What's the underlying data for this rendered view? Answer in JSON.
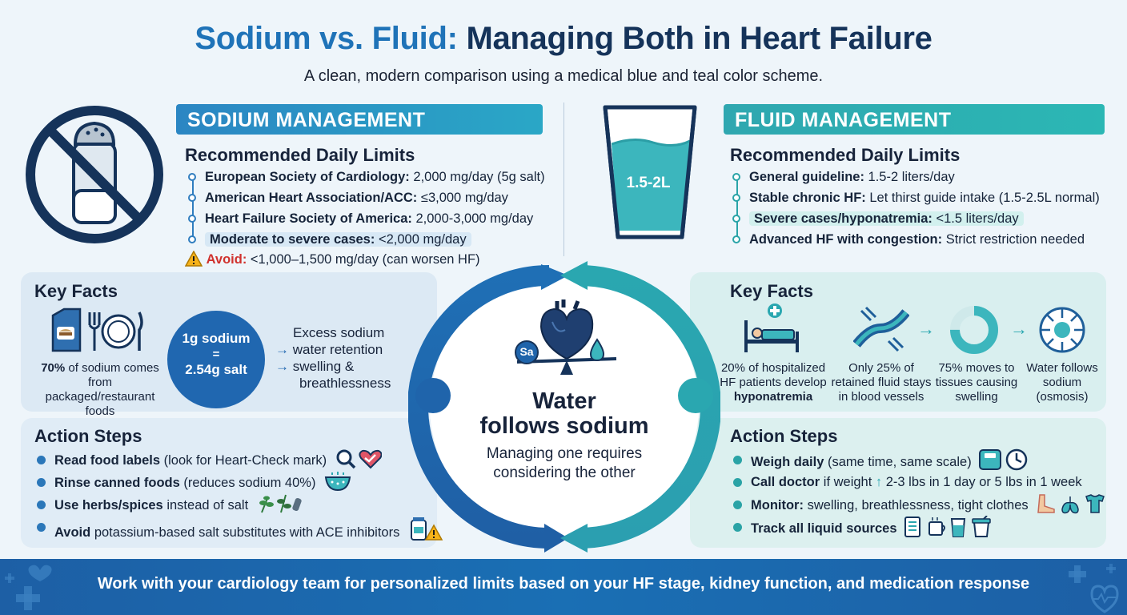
{
  "title": {
    "part1": "Sodium vs. Fluid:",
    "part2": "Managing Both in Heart Failure"
  },
  "subtitle": "A clean, modern comparison using a medical blue and teal color scheme.",
  "sodium": {
    "banner": "SODIUM MANAGEMENT",
    "limits_heading": "Recommended Daily Limits",
    "limits": [
      {
        "label": "European Society of Cardiology:",
        "value": "2,000 mg/day (5g salt)"
      },
      {
        "label": "American Heart Association/ACC:",
        "value": "≤3,000 mg/day"
      },
      {
        "label": "Heart Failure Society of America:",
        "value": "2,000-3,000 mg/day"
      },
      {
        "label": "Moderate to severe cases:",
        "value": "<2,000 mg/day"
      }
    ],
    "avoid_label": "Avoid:",
    "avoid_value": "<1,000–1,500 mg/day (can worsen HF)",
    "key_facts_heading": "Key Facts",
    "fact_packaged": {
      "pct": "70%",
      "text": "of sodium comes from packaged/restaurant foods"
    },
    "conversion": {
      "line1": "1g sodium",
      "line2": "=",
      "line3": "2.54g salt"
    },
    "excess": {
      "line1": "Excess sodium",
      "line2": "water retention",
      "line3": "swelling &",
      "line4": "breathlessness"
    },
    "action_heading": "Action Steps",
    "actions": [
      {
        "bold": "Read food labels",
        "rest": "(look for Heart-Check mark)"
      },
      {
        "bold": "Rinse canned foods",
        "rest": "(reduces sodium 40%)"
      },
      {
        "bold": "Use herbs/spices",
        "rest": "instead of salt"
      },
      {
        "bold": "Avoid",
        "rest": "potassium-based salt substitutes with ACE inhibitors"
      }
    ]
  },
  "fluid": {
    "banner": "FLUID MANAGEMENT",
    "glass_label": "1.5-2L",
    "limits_heading": "Recommended Daily Limits",
    "limits": [
      {
        "label": "General guideline:",
        "value": "1.5-2 liters/day"
      },
      {
        "label": "Stable chronic HF:",
        "value": "Let thirst guide intake (1.5-2.5L normal)"
      },
      {
        "label": "Severe cases/hyponatremia:",
        "value": "<1.5 liters/day"
      },
      {
        "label": "Advanced HF with congestion:",
        "value": "Strict restriction needed"
      }
    ],
    "key_facts_heading": "Key Facts",
    "facts": [
      {
        "l1": "20% of hospitalized",
        "l2": "HF patients develop",
        "l3": "hyponatremia"
      },
      {
        "l1": "Only 25% of",
        "l2": "retained fluid stays",
        "l3": "in blood vessels"
      },
      {
        "l1": "75% moves to",
        "l2": "tissues causing",
        "l3": "swelling"
      },
      {
        "l1": "Water follows",
        "l2": "sodium",
        "l3": "(osmosis)"
      }
    ],
    "action_heading": "Action Steps",
    "actions": [
      {
        "bold": "Weigh daily",
        "rest": "(same time, same scale)"
      },
      {
        "bold": "Call doctor",
        "rest": "if weight",
        "rest2": "2-3 lbs in 1 day or 5 lbs in 1 week"
      },
      {
        "bold": "Monitor:",
        "rest": "swelling, breathlessness, tight clothes"
      },
      {
        "bold": "Track all liquid sources",
        "rest": ""
      }
    ]
  },
  "center": {
    "sodium_symbol": "Sa",
    "big1": "Water",
    "big2": "follows sodium",
    "small1": "Managing one requires",
    "small2": "considering the other"
  },
  "footer": "Work with your cardiology team for personalized limits based on your HF stage, kidney function, and medication response",
  "colors": {
    "blue": "#1f73b8",
    "teal": "#2aa7b0",
    "navy": "#15335a",
    "footer": "#1d5fa5"
  }
}
